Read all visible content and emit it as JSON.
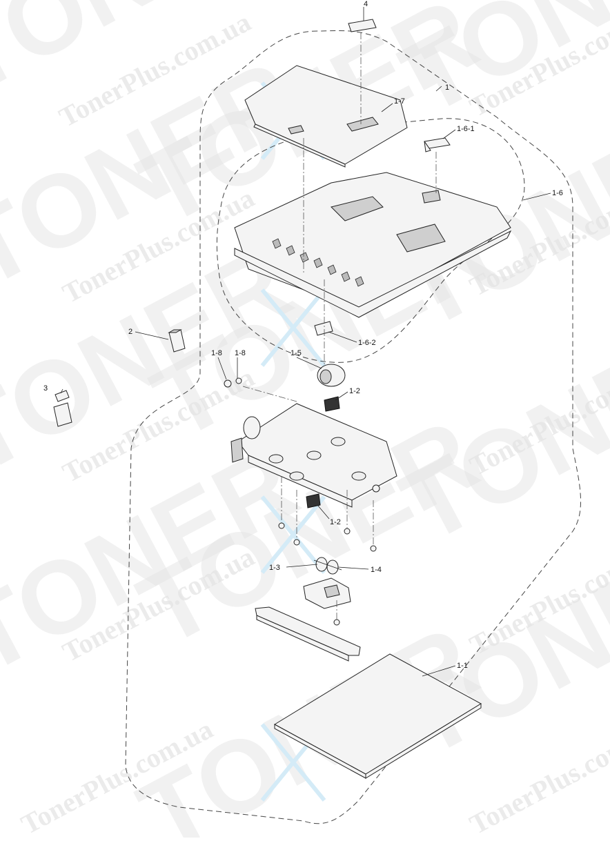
{
  "watermark": {
    "brand_big": "TONER",
    "brand_site": "TonerPlus.com.ua"
  },
  "callouts": {
    "c1": "1",
    "c1_1": "1-1",
    "c1_2a": "1-2",
    "c1_2b": "1-2",
    "c1_3": "1-3",
    "c1_4": "1-4",
    "c1_5": "1-5",
    "c1_6": "1-6",
    "c1_6_1": "1-6-1",
    "c1_6_2": "1-6-2",
    "c1_7": "1-7",
    "c1_8a": "1-8",
    "c1_8b": "1-8",
    "c2": "2",
    "c3": "3",
    "c4": "4"
  },
  "colors": {
    "line": "#222222",
    "watermark": "#e6e6e6",
    "accent_x": "#cfe8f5"
  }
}
